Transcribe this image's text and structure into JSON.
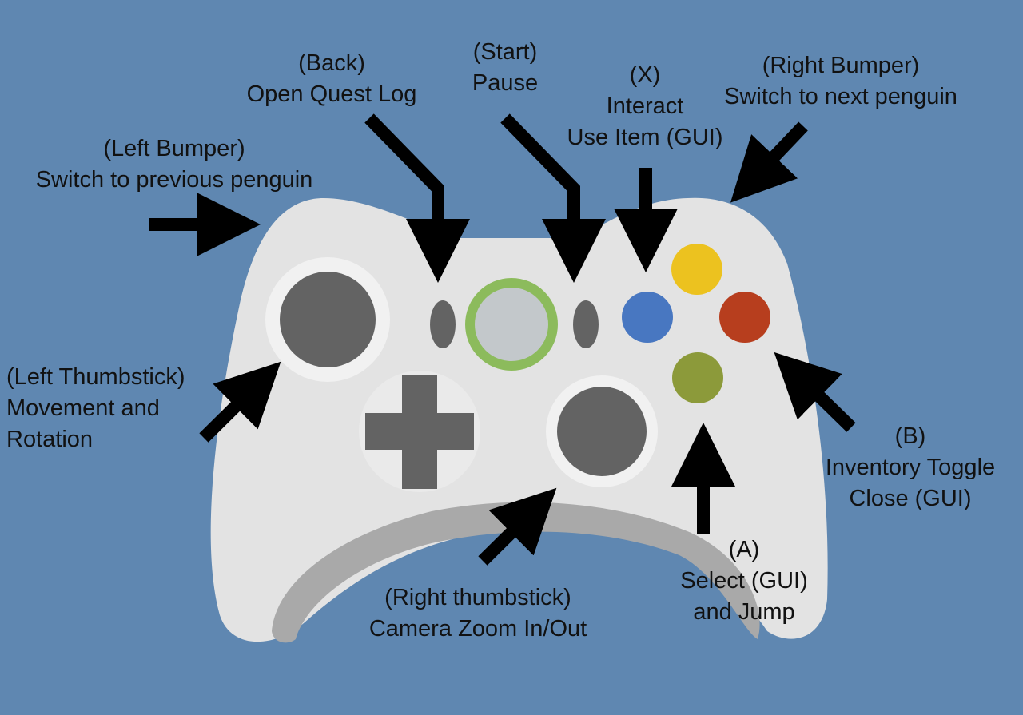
{
  "colors": {
    "background": "#5f87b1",
    "controller_body": "#e3e3e3",
    "controller_shadow": "#a9a9a9",
    "stick": "#636363",
    "stick_ring": "#f1f1f1",
    "guide_ring": "#8cbb5c",
    "guide_center": "#c3c8cb",
    "button_x": "#4877c1",
    "button_y": "#ecc21f",
    "button_b": "#b73e1e",
    "button_a": "#8c9a3a",
    "arrow": "#000000"
  },
  "labels": {
    "back": {
      "line1": "(Back)",
      "line2": "Open Quest Log"
    },
    "start": {
      "line1": "(Start)",
      "line2": "Pause"
    },
    "x": {
      "line1": "(X)",
      "line2": "Interact",
      "line3": "Use Item (GUI)"
    },
    "right_bumper": {
      "line1": "(Right Bumper)",
      "line2": "Switch to next penguin"
    },
    "left_bumper": {
      "line1": "(Left Bumper)",
      "line2": "Switch to previous penguin"
    },
    "left_thumbstick": {
      "line1": "(Left Thumbstick)",
      "line2": "Movement and",
      "line3": "Rotation"
    },
    "b": {
      "line1": "(B)",
      "line2": "Inventory Toggle",
      "line3": "Close (GUI)"
    },
    "a": {
      "line1": "(A)",
      "line2": "Select (GUI)",
      "line3": "and Jump"
    },
    "right_thumbstick": {
      "line1": "(Right thumbstick)",
      "line2": "Camera Zoom In/Out"
    }
  }
}
